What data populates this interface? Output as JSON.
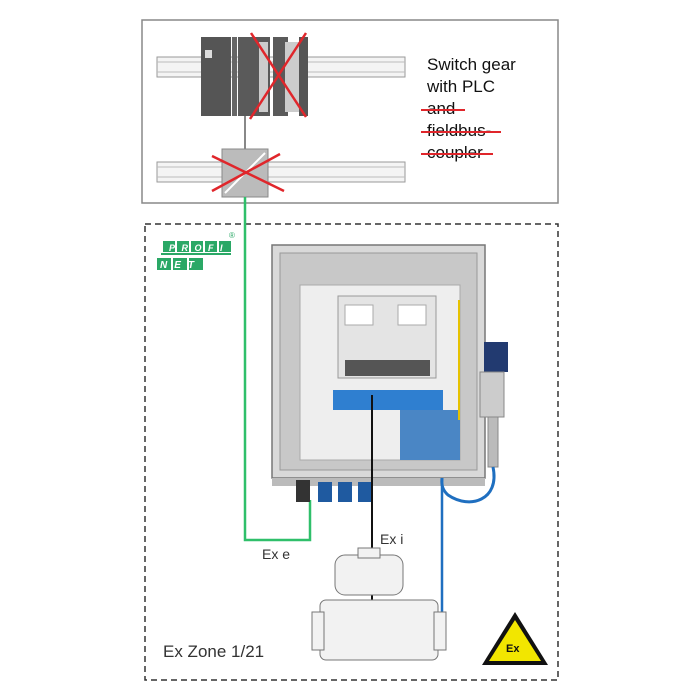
{
  "switchgear": {
    "lines": [
      "Switch gear",
      "with PLC"
    ],
    "struck_lines": [
      "and",
      "fieldbus-",
      "coupler"
    ]
  },
  "logo": {
    "line1": "PROFI",
    "line2": "NET",
    "registered": "®"
  },
  "labels": {
    "ex_e": "Ex e",
    "ex_i": "Ex i",
    "zone": "Ex Zone 1/21",
    "warning": "Ex"
  },
  "colors": {
    "profinet_green": "#2fbf6a",
    "cross_red": "#e0262b",
    "hose_blue": "#1f6fc0",
    "warning_yellow": "#f2e600"
  }
}
